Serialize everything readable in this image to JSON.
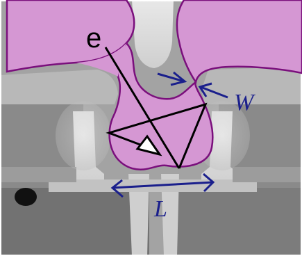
{
  "figure": {
    "electron_label": "e",
    "width_label": "W",
    "length_label": "L"
  },
  "colors": {
    "cavity_fill": "#d597d3",
    "cavity_outline": "#7a0f7c",
    "dimension_arrow": "#1a1f8c",
    "trajectory": "#000000",
    "background_gray": "#9a9a9a",
    "metal_light": "#dcdcdc",
    "substrate_dark": "#6e6e6e"
  },
  "icons": {
    "dimension_arrow_head": "open-chevron",
    "trajectory_arrow_head": "open-triangle"
  }
}
